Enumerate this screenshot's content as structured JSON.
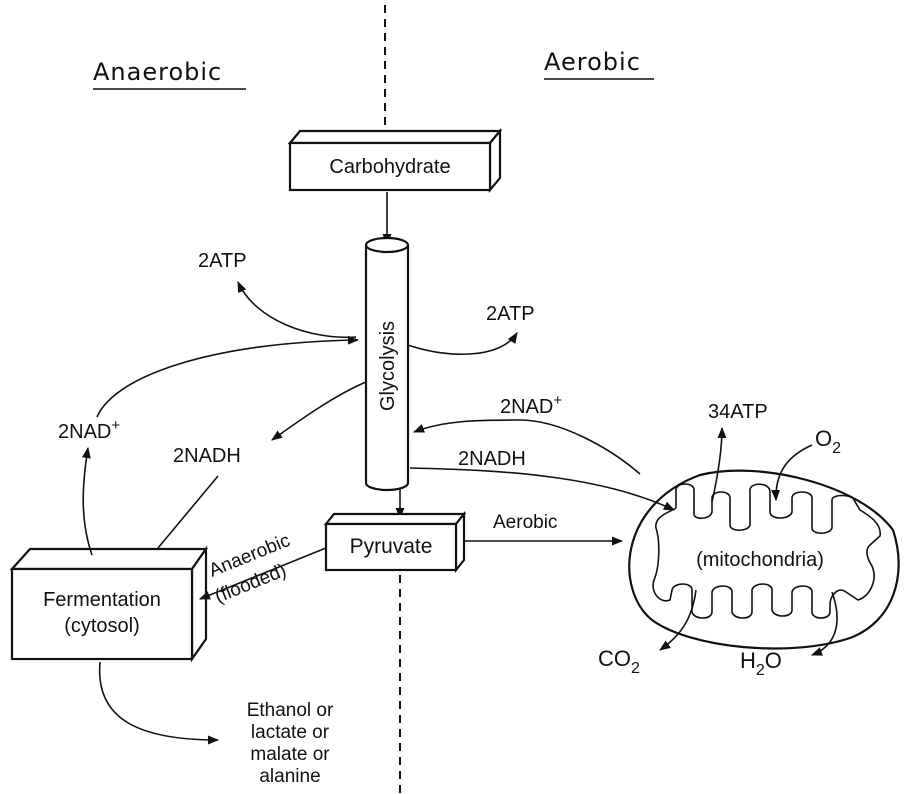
{
  "headings": {
    "left": "Anaerobic",
    "right": "Aerobic"
  },
  "nodes": {
    "carbohydrate": "Carbohydrate",
    "glycolysis": "Glycolysis",
    "pyruvate": "Pyruvate",
    "fermentation_line1": "Fermentation",
    "fermentation_line2": "(cytosol)",
    "mitochondria": "(mitochondria)"
  },
  "labels": {
    "atp_left": "2ATP",
    "atp_right": "2ATP",
    "nad_left_base": "2NAD",
    "nad_left_sup": "+",
    "nadh_left": "2NADH",
    "nad_right_base": "2NAD",
    "nad_right_sup": "+",
    "nadh_right": "2NADH",
    "atp_34": "34ATP",
    "o2_base": "O",
    "o2_sub": "2",
    "co2_base": "CO",
    "co2_sub": "2",
    "h2o_h": "H",
    "h2o_sub": "2",
    "h2o_o": "O",
    "aerobic_path": "Aerobic",
    "anaerobic_path": "Anaerobic",
    "flooded": "(flooded)",
    "products": [
      "Ethanol or",
      "lactate or",
      "malate or",
      "alanine"
    ]
  }
}
